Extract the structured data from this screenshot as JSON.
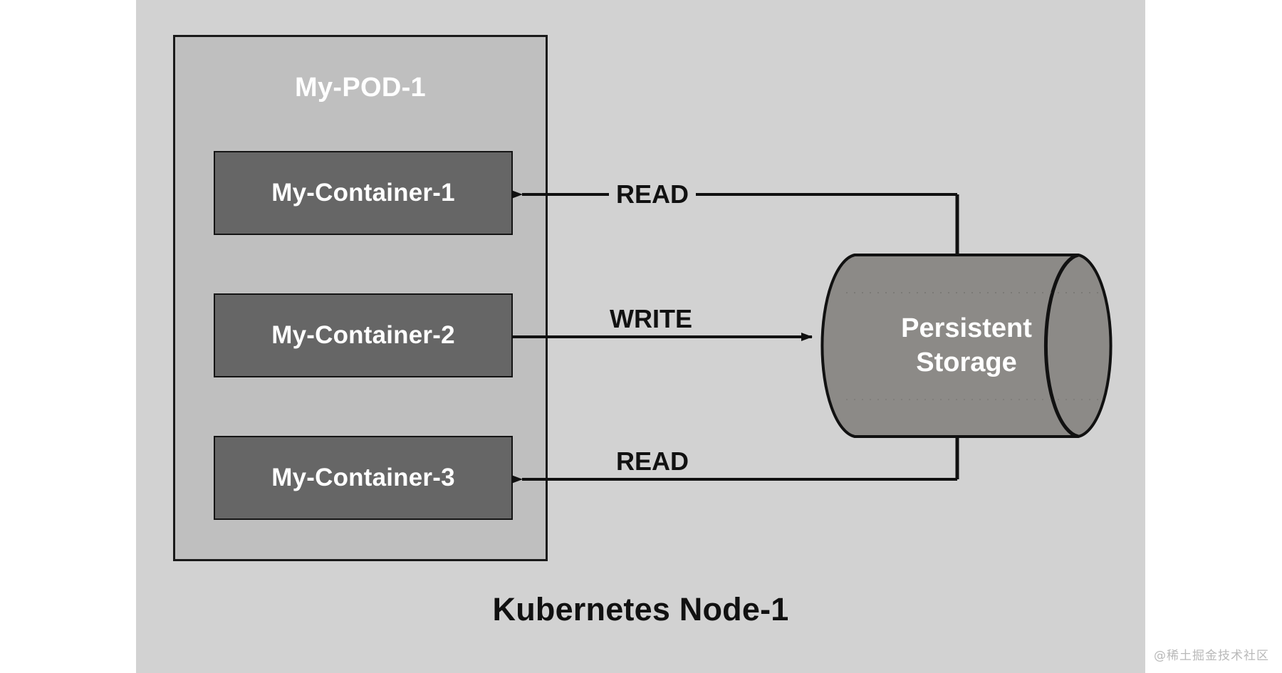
{
  "diagram": {
    "title": "Kubernetes Node-1",
    "watermark": "@稀土掘金技术社区",
    "canvas_color": "#d2d2d2",
    "pod": {
      "title": "My-POD-1",
      "fill_color": "#bfbfbf",
      "border_color": "#1a1a1a",
      "containers": [
        {
          "label": "My-Container-1",
          "fill_color": "#666666"
        },
        {
          "label": "My-Container-2",
          "fill_color": "#666666"
        },
        {
          "label": "My-Container-3",
          "fill_color": "#666666"
        }
      ]
    },
    "storage": {
      "label_line1": "Persistent",
      "label_line2": "Storage",
      "shape": "cylinder",
      "fill_color": "#8c8a87",
      "border_color": "#111111"
    },
    "connections": [
      {
        "label": "READ",
        "from": "Persistent Storage",
        "to": "My-Container-1",
        "direction": "storage-to-container"
      },
      {
        "label": "WRITE",
        "from": "My-Container-2",
        "to": "Persistent Storage",
        "direction": "container-to-storage"
      },
      {
        "label": "READ",
        "from": "Persistent Storage",
        "to": "My-Container-3",
        "direction": "storage-to-container"
      }
    ]
  }
}
